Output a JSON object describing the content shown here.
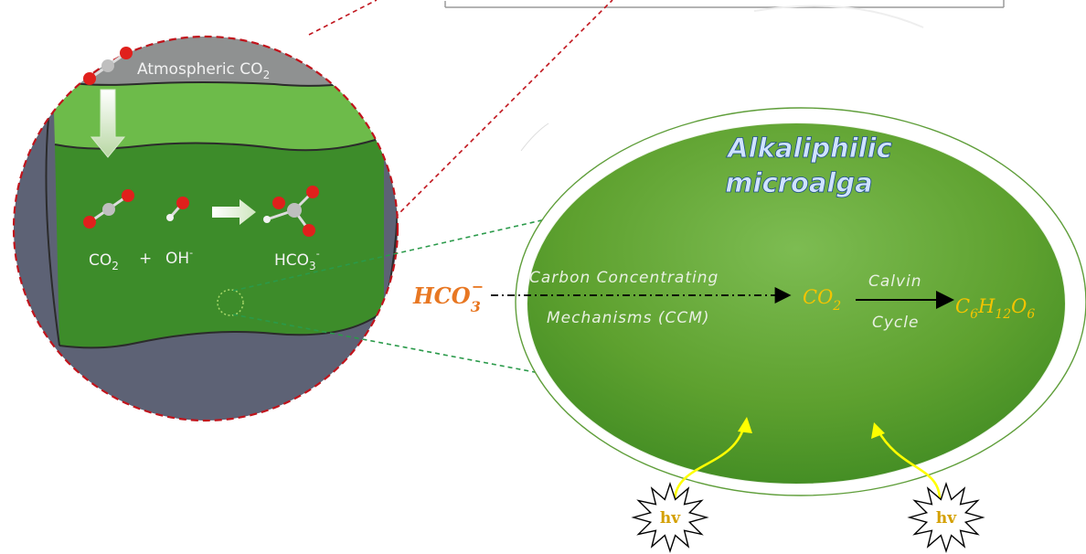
{
  "inset": {
    "atmospheric_label": "Atmospheric CO",
    "atmospheric_sub": "2",
    "eq_co2": "CO",
    "eq_co2_sub": "2",
    "eq_plus": "+",
    "eq_oh": "OH",
    "eq_oh_sup": "-",
    "eq_hco3": "HCO",
    "eq_hco3_sub": "3",
    "eq_hco3_sup": "-"
  },
  "cell": {
    "title_line1": "Alkaliphilic",
    "title_line2": "microalga",
    "ccm_line1": "Carbon  Concentrating",
    "ccm_line2": "Mechanisms (CCM)",
    "calvin_line1": "Calvin",
    "calvin_line2": "Cycle"
  },
  "species": {
    "hco3_base": "HCO",
    "hco3_sub": "3",
    "hco3_sup": "−",
    "co2_base": "CO",
    "co2_sub": "2",
    "c_base": "C",
    "c_sub": "6",
    "h_base": "H",
    "h_sub": "12",
    "o_base": "O",
    "o_sub": "6"
  },
  "light": {
    "left_label": "hv",
    "right_label": "hv"
  },
  "colors": {
    "cell_green": "#5fa431",
    "inset_green": "#3d8c2a",
    "hco3_orange": "#e87722",
    "product_yellow": "#f5c400",
    "light_yellow": "#ffff00",
    "dashed_red": "#c0141c",
    "dashed_green": "#2a9a4a",
    "title_blue": "#cfe3ff"
  }
}
